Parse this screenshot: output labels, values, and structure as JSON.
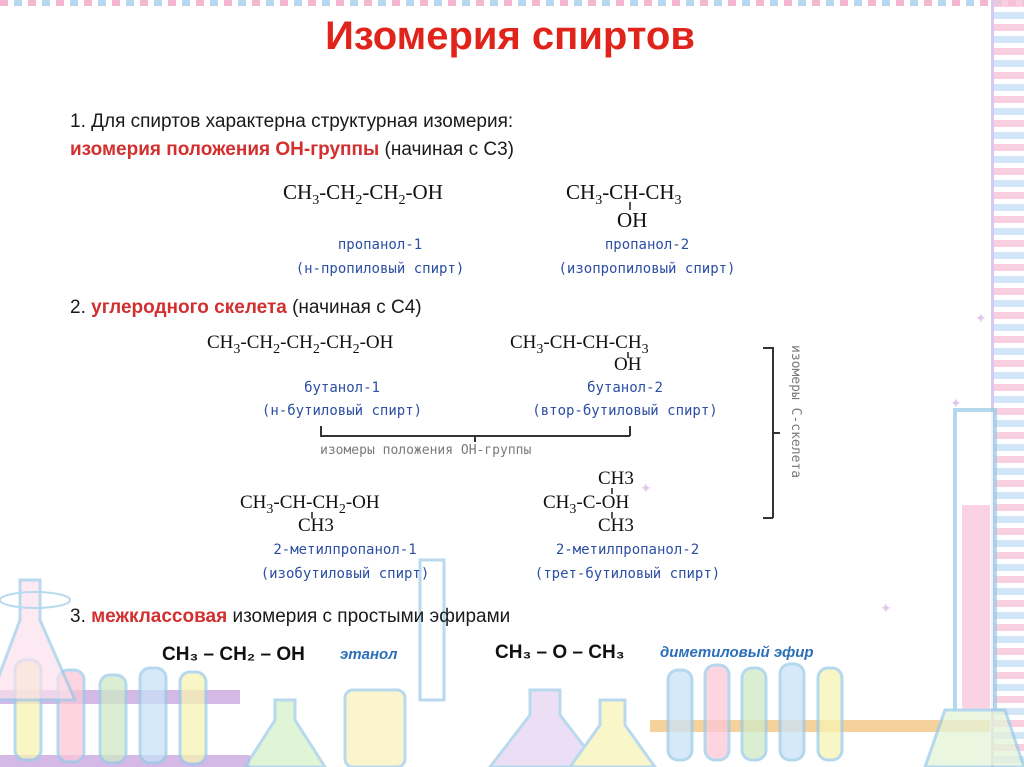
{
  "title": "Изомерия спиртов",
  "point1": {
    "line1": "1. Для спиртов характерна структурная изомерия:",
    "highlight": "изомерия положения ОН-группы",
    "suffix": " (начиная с С3)"
  },
  "propanol1": {
    "formula_html": "CH<sub>3</sub>-CH<sub>2</sub>-CH<sub>2</sub>-OH",
    "name": "пропанол-1",
    "trivial": "(н-пропиловый спирт)"
  },
  "propanol2": {
    "formula_html": "CH<sub>3</sub>-CH-CH<sub>3</sub>",
    "branch": "OH",
    "name": "пропанол-2",
    "trivial": "(изопропиловый спирт)"
  },
  "point2": {
    "prefix": "2. ",
    "highlight": "углеродного скелета",
    "suffix": " (начиная с С4)"
  },
  "butanol1": {
    "formula_html": "CH<sub>3</sub>-CH<sub>2</sub>-CH<sub>2</sub>-CH<sub>2</sub>-OH",
    "name": "бутанол-1",
    "trivial": "(н-бутиловый спирт)"
  },
  "butanol2": {
    "formula_html": "CH<sub>3</sub>-CH-CH-CH<sub>3</sub>",
    "branch": "OH",
    "name": "бутанол-2",
    "trivial": "(втор-бутиловый спирт)"
  },
  "position_isomers_label": "изомеры положения ОН-группы",
  "skeleton_isomers_label": "изомеры С-скелета",
  "methylpropanol1": {
    "formula_html": "CH<sub>3</sub>-CH-CH<sub>2</sub>-OH",
    "branch": "CH3",
    "name": "2-метилпропанол-1",
    "trivial": "(изобутиловый спирт)"
  },
  "methylpropanol2": {
    "top": "CH3",
    "formula_html": "CH<sub>3</sub>-C-OH",
    "bottom": "CH3",
    "name": "2-метилпропанол-2",
    "trivial": "(трет-бутиловый спирт)"
  },
  "point3": {
    "prefix": "3. ",
    "highlight": "межклассовая",
    "suffix": " изомерия с простыми эфирами"
  },
  "ethanol": {
    "formula": "CH₃ – CH₂ – OH",
    "name": "этанол"
  },
  "dimethyl_ether": {
    "formula": "CH₃ – O – CH₃",
    "name": "диметиловый эфир"
  },
  "colors": {
    "title": "#e0241b",
    "highlight": "#d32f2f",
    "names": "#2c4fa3"
  }
}
